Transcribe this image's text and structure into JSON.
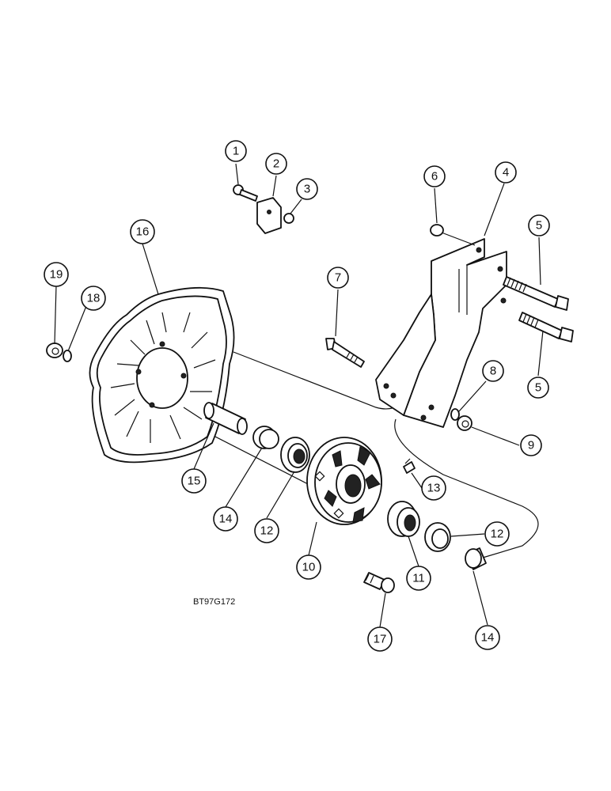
{
  "figure_code": "BT97G172",
  "callouts": [
    "1",
    "2",
    "3",
    "4",
    "5",
    "5",
    "6",
    "7",
    "8",
    "9",
    "10",
    "11",
    "12",
    "12",
    "13",
    "14",
    "14",
    "15",
    "16",
    "17",
    "18",
    "19"
  ],
  "colors": {
    "ink": "#111111",
    "paper": "#ffffff"
  }
}
